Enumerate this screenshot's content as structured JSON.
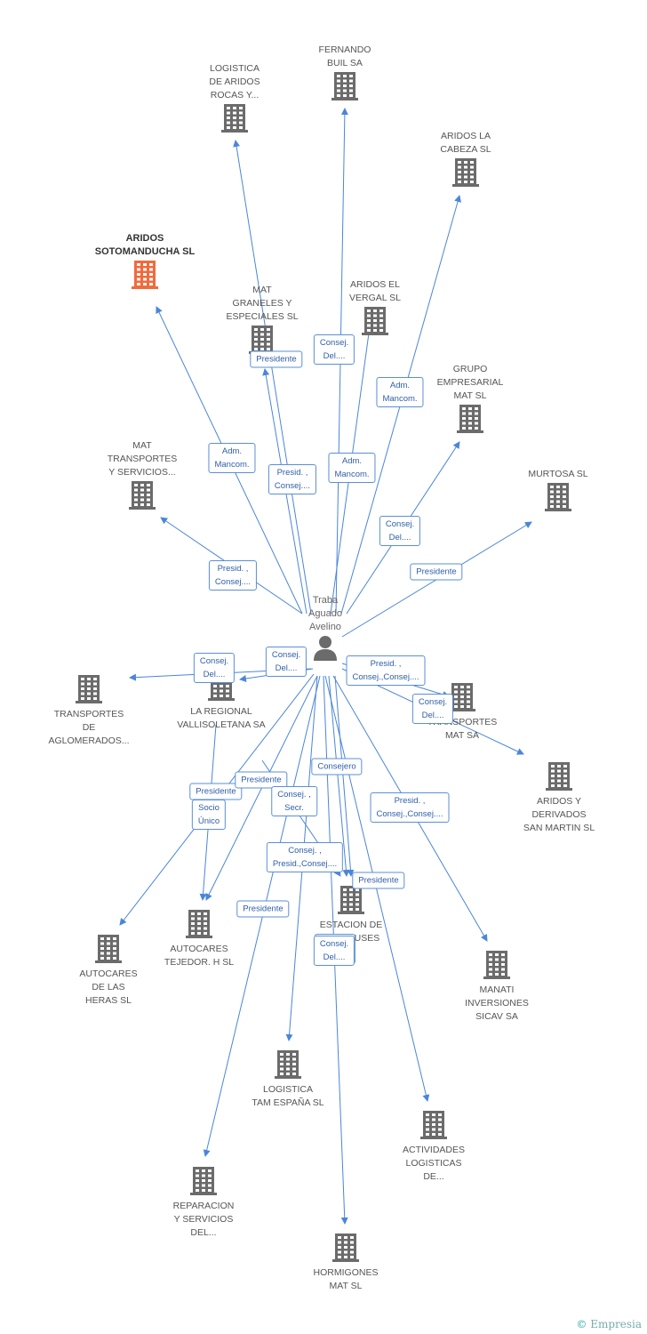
{
  "colors": {
    "edge": "#4a86d8",
    "building": "#6b6b6b",
    "highlight": "#f26a3c"
  },
  "center": {
    "label": "Traba\nAguado\nAvelino",
    "icon": "person-icon"
  },
  "companies": [
    {
      "key": "fernando",
      "label": "FERNANDO\nBUIL SA"
    },
    {
      "key": "logistica_aridos",
      "label": "LOGISTICA\nDE ARIDOS\nROCAS Y..."
    },
    {
      "key": "aridos_cabeza",
      "label": "ARIDOS LA\nCABEZA SL"
    },
    {
      "key": "sotomanducha",
      "label": "ARIDOS\nSOTOMANDUCHA SL",
      "highlight": true
    },
    {
      "key": "mat_graneles",
      "label": "MAT\nGRANELES Y\nESPECIALES SL"
    },
    {
      "key": "aridos_vergal",
      "label": "ARIDOS EL\nVERGAL SL"
    },
    {
      "key": "grupo_mat",
      "label": "GRUPO\nEMPRESARIAL\nMAT SL"
    },
    {
      "key": "mat_transportes",
      "label": "MAT\nTRANSPORTES\nY SERVICIOS..."
    },
    {
      "key": "murtosa",
      "label": "MURTOSA SL"
    },
    {
      "key": "transportes_aglomerados",
      "label": "TRANSPORTES\nDE\nAGLOMERADOS..."
    },
    {
      "key": "la_regional",
      "label": "LA REGIONAL\nVALLISOLETANA SA"
    },
    {
      "key": "transportes_mat",
      "label": "TRANSPORTES\nMAT SA"
    },
    {
      "key": "aridos_derivados",
      "label": "ARIDOS Y\nDERIVADOS\nSAN MARTIN  SL"
    },
    {
      "key": "autocares_heras",
      "label": "AUTOCARES\nDE LAS\nHERAS SL"
    },
    {
      "key": "autocares_tejedor",
      "label": "AUTOCARES\nTEJEDOR. H SL"
    },
    {
      "key": "estacion",
      "label": "ESTACION DE\nAUTOBUSES"
    },
    {
      "key": "manati",
      "label": "MANATI\nINVERSIONES\nSICAV SA"
    },
    {
      "key": "logistica_tam",
      "label": "LOGISTICA\nTAM ESPAÑA SL"
    },
    {
      "key": "actividades",
      "label": "ACTIVIDADES\nLOGISTICAS\nDE..."
    },
    {
      "key": "reparacion",
      "label": "REPARACION\nY SERVICIOS\nDEL..."
    },
    {
      "key": "hormigones",
      "label": "HORMIGONES\nMAT  SL"
    }
  ],
  "relations": [
    {
      "to": "fernando",
      "label": "Consej.\nDel...."
    },
    {
      "to": "logistica_aridos",
      "label": "Presid. ,\nConsej...."
    },
    {
      "to": "aridos_cabeza",
      "label": "Adm.\nMancom."
    },
    {
      "to": "sotomanducha",
      "label": "Adm.\nMancom."
    },
    {
      "to": "mat_graneles",
      "label": "Presidente"
    },
    {
      "to": "aridos_vergal",
      "label": "Adm.\nMancom."
    },
    {
      "to": "grupo_mat",
      "label": "Consej.\nDel...."
    },
    {
      "to": "mat_transportes",
      "label": "Presid. ,\nConsej...."
    },
    {
      "to": "murtosa",
      "label": "Presidente"
    },
    {
      "to": "transportes_aglomerados",
      "label": "Consej.\nDel...."
    },
    {
      "to": "la_regional",
      "label": "Consej.\nDel...."
    },
    {
      "to": "transportes_mat",
      "label": "Presid. ,\nConsej.,Consej...."
    },
    {
      "to": "aridos_derivados",
      "label": "Consej.\nDel...."
    },
    {
      "to": "autocares_heras",
      "label": "Presidente"
    },
    {
      "to": "autocares_tejedor",
      "label": "Socio\nÚnico"
    },
    {
      "to": "autocares_tejedor",
      "label": "Presidente"
    },
    {
      "to": "estacion",
      "label": "Consej. ,\nSecr."
    },
    {
      "to": "estacion",
      "label": "Consejero"
    },
    {
      "to": "estacion",
      "label": "Presidente"
    },
    {
      "to": "manati",
      "label": "Presid. ,\nConsej.,Consej...."
    },
    {
      "to": "logistica_tam",
      "label": "Consej. ,\nPresid.,Consej...."
    },
    {
      "to": "actividades",
      "label": "Consej.\nDel...."
    },
    {
      "to": "reparacion",
      "label": "Presidente"
    },
    {
      "to": "hormigones",
      "label": "Consej.\nDel...."
    }
  ],
  "brand": {
    "copyright": "©",
    "name": "Empresia"
  }
}
